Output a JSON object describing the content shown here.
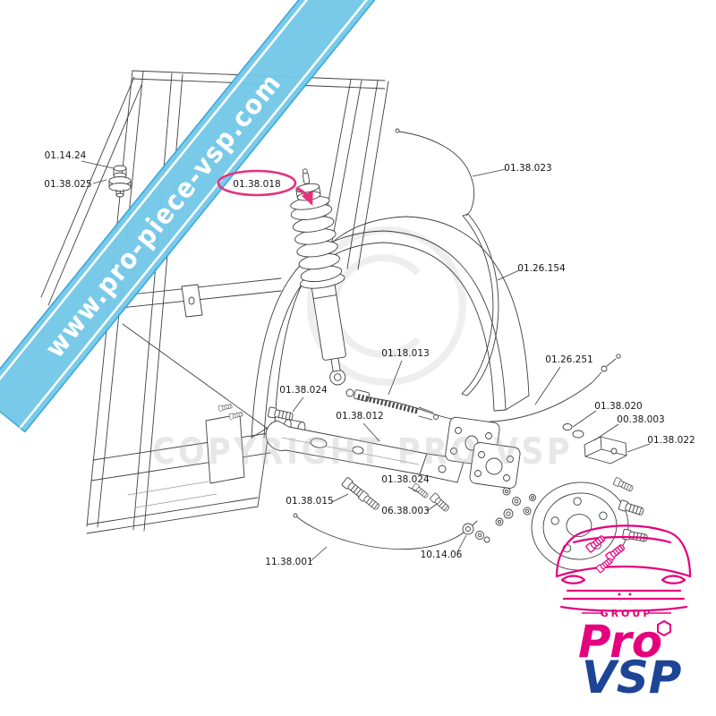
{
  "diagram": {
    "type": "exploded-parts-diagram",
    "highlighted_part": "01.38.018",
    "highlight_color": "#e5317e"
  },
  "watermark": {
    "banner_text": "www.pro-piece-vsp.com",
    "banner_color": "#74c8e9",
    "copyright_text": "COPYRIGHT PRO VSP"
  },
  "labels": [
    {
      "id": "01.14.24"
    },
    {
      "id": "01.38.025"
    },
    {
      "id": "01.38.018"
    },
    {
      "id": "01.38.023"
    },
    {
      "id": "01.26.154"
    },
    {
      "id": "01.18.013"
    },
    {
      "id": "01.26.251"
    },
    {
      "id": "01.38.024"
    },
    {
      "id": "01.38.020"
    },
    {
      "id": "00.38.003"
    },
    {
      "id": "01.38.012"
    },
    {
      "id": "01.38.022"
    },
    {
      "id": "01.38.024"
    },
    {
      "id": "01.38.015"
    },
    {
      "id": "06.38.003"
    },
    {
      "id": "10.14.06"
    },
    {
      "id": "11.38.001"
    }
  ],
  "logo": {
    "group_label": "GROUP",
    "name_primary": "Pro",
    "name_secondary": "VSP",
    "primary_color": "#e5007d",
    "secondary_color": "#1e4496"
  }
}
